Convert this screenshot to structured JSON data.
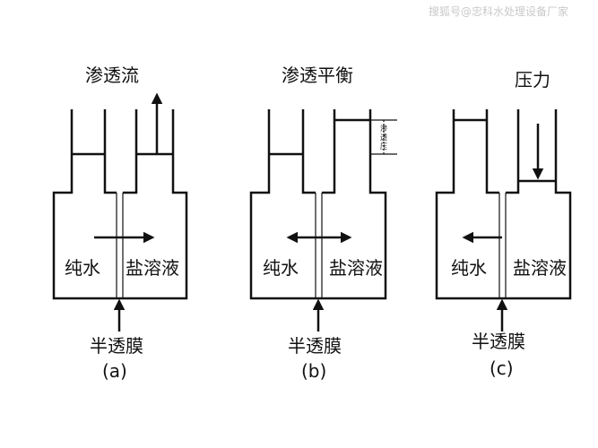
{
  "watermark": "搜狐号@忠科水处理设备厂家",
  "panels": [
    {
      "top_label": "渗透流",
      "left_label": "纯水",
      "right_label": "盐溶液",
      "membrane_label": "半透膜",
      "tag": "(a)"
    },
    {
      "top_label": "渗透平衡",
      "left_label": "纯水",
      "right_label": "盐溶液",
      "membrane_label": "半透膜",
      "tag": "(b)",
      "pressure_note": [
        "渗",
        "透",
        "压"
      ]
    },
    {
      "top_label": "压力",
      "left_label": "纯水",
      "right_label": "盐溶液",
      "membrane_label": "半透膜",
      "tag": "(c)"
    }
  ]
}
